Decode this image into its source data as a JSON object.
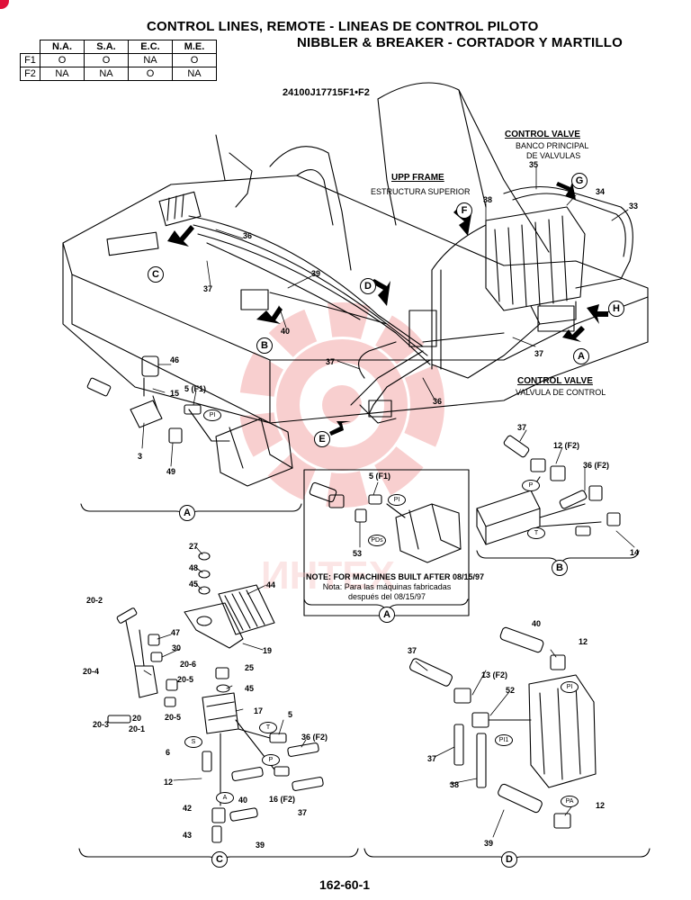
{
  "header": {
    "title_line1": "CONTROL LINES, REMOTE - LINEAS DE CONTROL PILOTO",
    "title_line2": "NIBBLER & BREAKER - CORTADOR Y MARTILLO",
    "drawing_number": "24100J17715F1•F2"
  },
  "applicability": {
    "columns": [
      "N.A.",
      "S.A.",
      "E.C.",
      "M.E."
    ],
    "rows": [
      {
        "label": "F1",
        "values": [
          "O",
          "O",
          "NA",
          "O"
        ]
      },
      {
        "label": "F2",
        "values": [
          "NA",
          "NA",
          "O",
          "NA"
        ]
      }
    ]
  },
  "callouts": {
    "upp_frame": "UPP FRAME",
    "upp_frame_es": "ESTRUCTURA SUPERIOR",
    "control_valve_main": "CONTROL VALVE",
    "control_valve_main_es1": "BANCO PRINCIPAL",
    "control_valve_main_es2": "DE VALVULAS",
    "control_valve": "CONTROL VALVE",
    "control_valve_es": "VALVULA DE CONTROL"
  },
  "note": {
    "line1": "NOTE: FOR MACHINES BUILT AFTER 08/15/97",
    "line2": "Nota: Para las máquinas fabricadas",
    "line3": "después del 08/15/97"
  },
  "view_letters": {
    "A": "A",
    "B": "B",
    "C": "C",
    "D": "D",
    "E": "E",
    "F": "F",
    "G": "G",
    "H": "H"
  },
  "port_labels": {
    "pi": "PI",
    "pi1": "PI1",
    "pds": "PDs",
    "pa": "PA",
    "p": "P",
    "t": "T",
    "s": "S",
    "a": "A"
  },
  "part_labels": {
    "p35": "35",
    "p34": "34",
    "p33": "33",
    "p38": "38",
    "p36a": "36",
    "p37a": "37",
    "p39a": "39",
    "p40a": "40",
    "p37b": "37",
    "p37c": "37",
    "p36b": "36",
    "p46": "46",
    "p15": "15",
    "p5f1a": "5 (F1)",
    "p3": "3",
    "p49": "49",
    "p5f1b": "5 (F1)",
    "p53": "53",
    "p37d": "37",
    "p12f2a": "12 (F2)",
    "p36f2a": "36 (F2)",
    "p14": "14",
    "p27": "27",
    "p48": "48",
    "p45a": "45",
    "p44": "44",
    "p19": "19",
    "p20_2": "20-2",
    "p47": "47",
    "p30": "30",
    "p20_6": "20-6",
    "p20_5a": "20-5",
    "p20_4": "20-4",
    "p25": "25",
    "p45b": "45",
    "p17": "17",
    "p20_3": "20-3",
    "p20": "20",
    "p20_1": "20-1",
    "p20_5b": "20-5",
    "p5": "5",
    "p36f2b": "36 (F2)",
    "p6": "6",
    "p12a": "12",
    "p16f2": "16 (F2)",
    "p40b": "40",
    "p37e": "37",
    "p42": "42",
    "p43": "43",
    "p39b": "39",
    "p40c": "40",
    "p12b": "12",
    "p37f": "37",
    "p13f2": "13 (F2)",
    "p52": "52",
    "p37g": "37",
    "p38b": "38",
    "p39c": "39",
    "p12c": "12"
  },
  "footer": {
    "page_number": "162-60-1"
  },
  "watermark": {
    "text": "ИНТЕХ",
    "color": "#f6b7b7"
  },
  "colors": {
    "ink": "#000000",
    "watermark": "#f3a9a9",
    "corner_badge": "#e0103a"
  }
}
